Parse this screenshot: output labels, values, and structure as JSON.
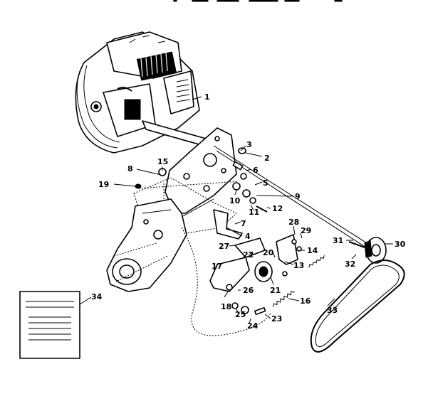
{
  "diagram": {
    "labels": {
      "p1": "1",
      "p2": "2",
      "p3": "3",
      "p4": "4",
      "p5": "5",
      "p6": "6",
      "p7": "7",
      "p8": "8",
      "p9": "9",
      "p10": "10",
      "p11": "11",
      "p12": "12",
      "p13": "13",
      "p14": "14",
      "p15": "15",
      "p16": "16",
      "p17": "17",
      "p18": "18",
      "p19": "19",
      "p20": "20",
      "p21": "21",
      "p22": "22",
      "p23": "23",
      "p24": "24",
      "p25": "25",
      "p26": "26",
      "p27": "27",
      "p28": "28",
      "p29": "29",
      "p30": "30",
      "p31": "31",
      "p32": "32",
      "p33": "33",
      "p34": "34"
    }
  }
}
